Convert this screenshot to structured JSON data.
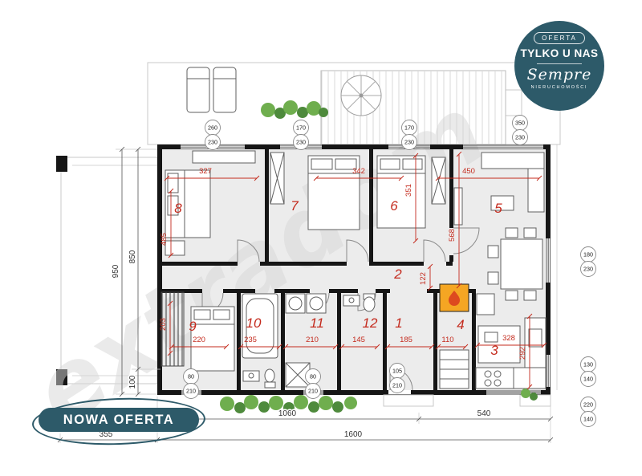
{
  "colors": {
    "accent_teal": "#2d5a69",
    "dim_red": "#c42b1e"
  },
  "badges": {
    "top_right": {
      "line1": "OFERTA",
      "line2": "TYLKO U NAS",
      "brand": "Sempre",
      "line3": "NIERUCHOMOŚCI"
    },
    "bottom_left": {
      "label": "NOWA OFERTA"
    }
  },
  "watermark": {
    "text": "extradom"
  },
  "plan": {
    "rooms": [
      {
        "number": "8"
      },
      {
        "number": "7"
      },
      {
        "number": "6"
      },
      {
        "number": "5"
      },
      {
        "number": "2"
      },
      {
        "number": "9"
      },
      {
        "number": "10"
      },
      {
        "number": "11"
      },
      {
        "number": "12"
      },
      {
        "number": "1"
      },
      {
        "number": "4"
      },
      {
        "number": "3"
      }
    ],
    "red_dims": {
      "w327": "327",
      "w342": "342",
      "w450": "450",
      "h485": "485",
      "h351": "351",
      "h568": "568",
      "h122": "122",
      "h203": "203",
      "w220": "220",
      "w235": "235",
      "w210": "210",
      "w145": "145",
      "w185": "185",
      "w110": "110",
      "w328": "328",
      "h292": "292"
    },
    "outer_dims": {
      "v950": "950",
      "v850": "850",
      "v100": "100",
      "b1060": "1060",
      "b540": "540",
      "b1600": "1600",
      "b355": "355"
    },
    "window_markers": [
      {
        "top": "260",
        "bottom": "230"
      },
      {
        "top": "170",
        "bottom": "230"
      },
      {
        "top": "170",
        "bottom": "230"
      },
      {
        "top": "350",
        "bottom": "230"
      },
      {
        "top": "180",
        "bottom": "230"
      },
      {
        "top": "80",
        "bottom": "210"
      },
      {
        "top": "80",
        "bottom": "210"
      },
      {
        "top": "105",
        "bottom": "210"
      },
      {
        "top": "130",
        "bottom": "140"
      },
      {
        "top": "220",
        "bottom": "140"
      }
    ]
  }
}
